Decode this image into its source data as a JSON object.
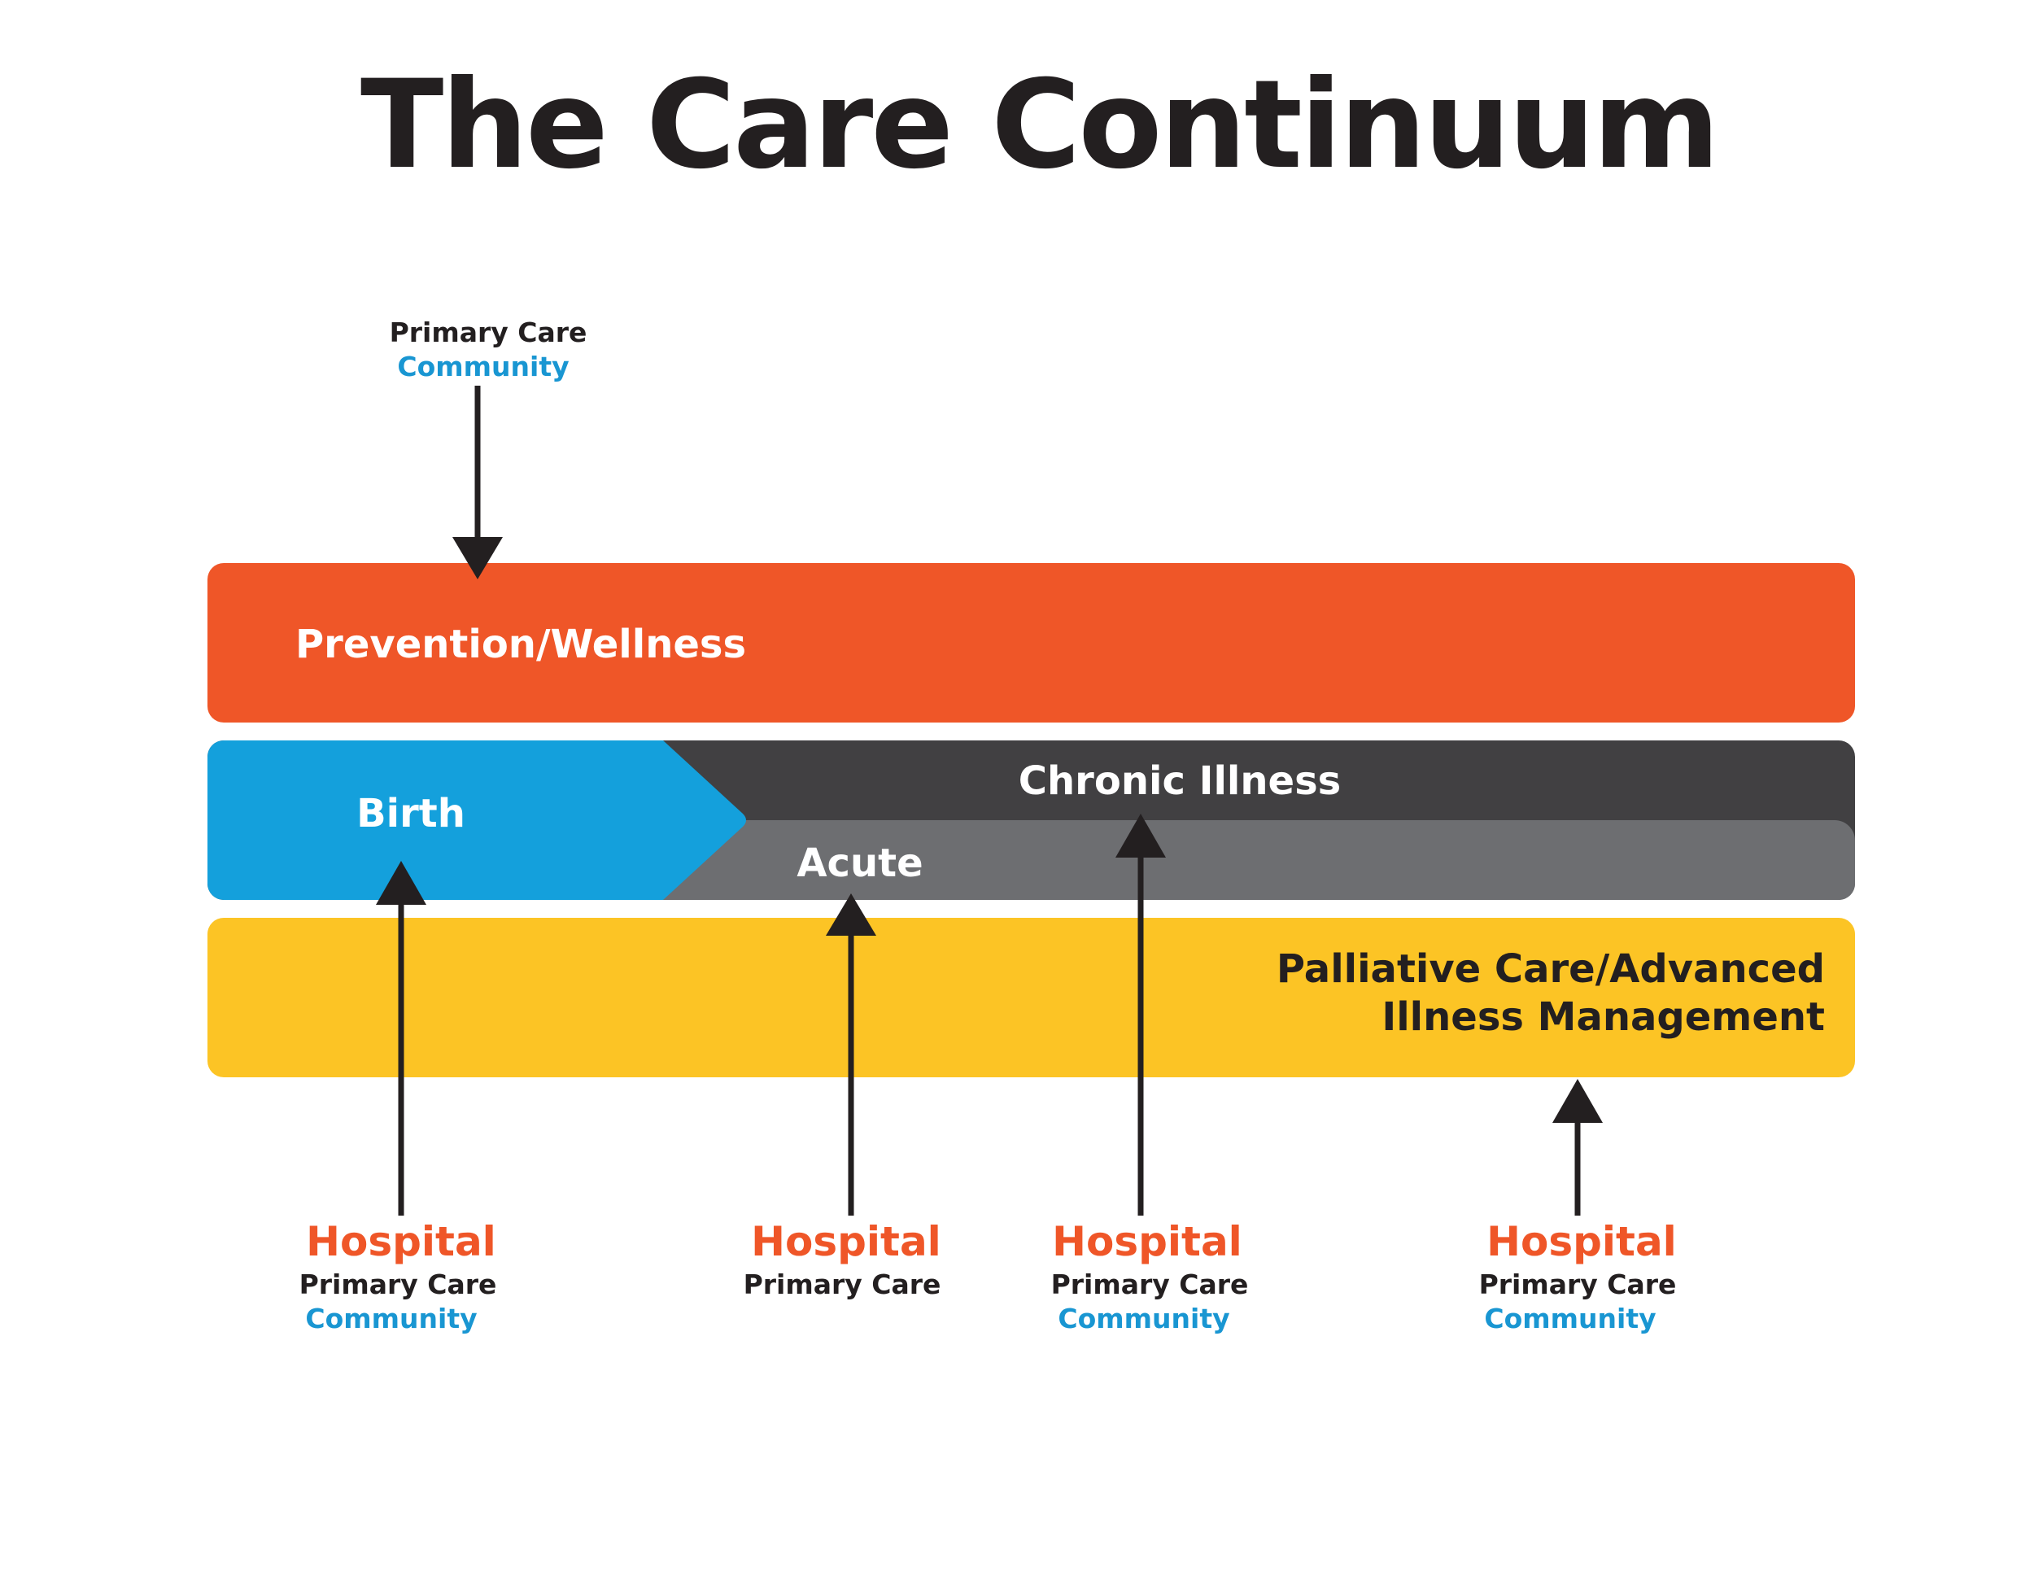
{
  "title": "The Care Continuum",
  "colors": {
    "prevention": "#ef5628",
    "birth": "#14a0dc",
    "chronic": "#414042",
    "acute": "#6d6e71",
    "palliative": "#fcc425",
    "text_dark": "#231f20",
    "text_light": "#ffffff",
    "hospital": "#ef5628",
    "community": "#1996d2",
    "arrow": "#231f20"
  },
  "bands": {
    "prevention": "Prevention/Wellness",
    "birth": "Birth",
    "chronic": "Chronic Illness",
    "acute": "Acute",
    "palliative_line1": "Palliative Care/Advanced",
    "palliative_line2": "Illness Management"
  },
  "top_source": {
    "primary_care": "Primary Care",
    "community": "Community"
  },
  "bottom_sources": [
    {
      "hospital": "Hospital",
      "primary_care": "Primary Care",
      "community": "Community"
    },
    {
      "hospital": "Hospital",
      "primary_care": "Primary Care"
    },
    {
      "hospital": "Hospital",
      "primary_care": "Primary Care",
      "community": "Community"
    },
    {
      "hospital": "Hospital",
      "primary_care": "Primary Care",
      "community": "Community"
    }
  ],
  "icons": {
    "arrow_down": "arrow-down-icon",
    "arrow_up": "arrow-up-icon"
  }
}
